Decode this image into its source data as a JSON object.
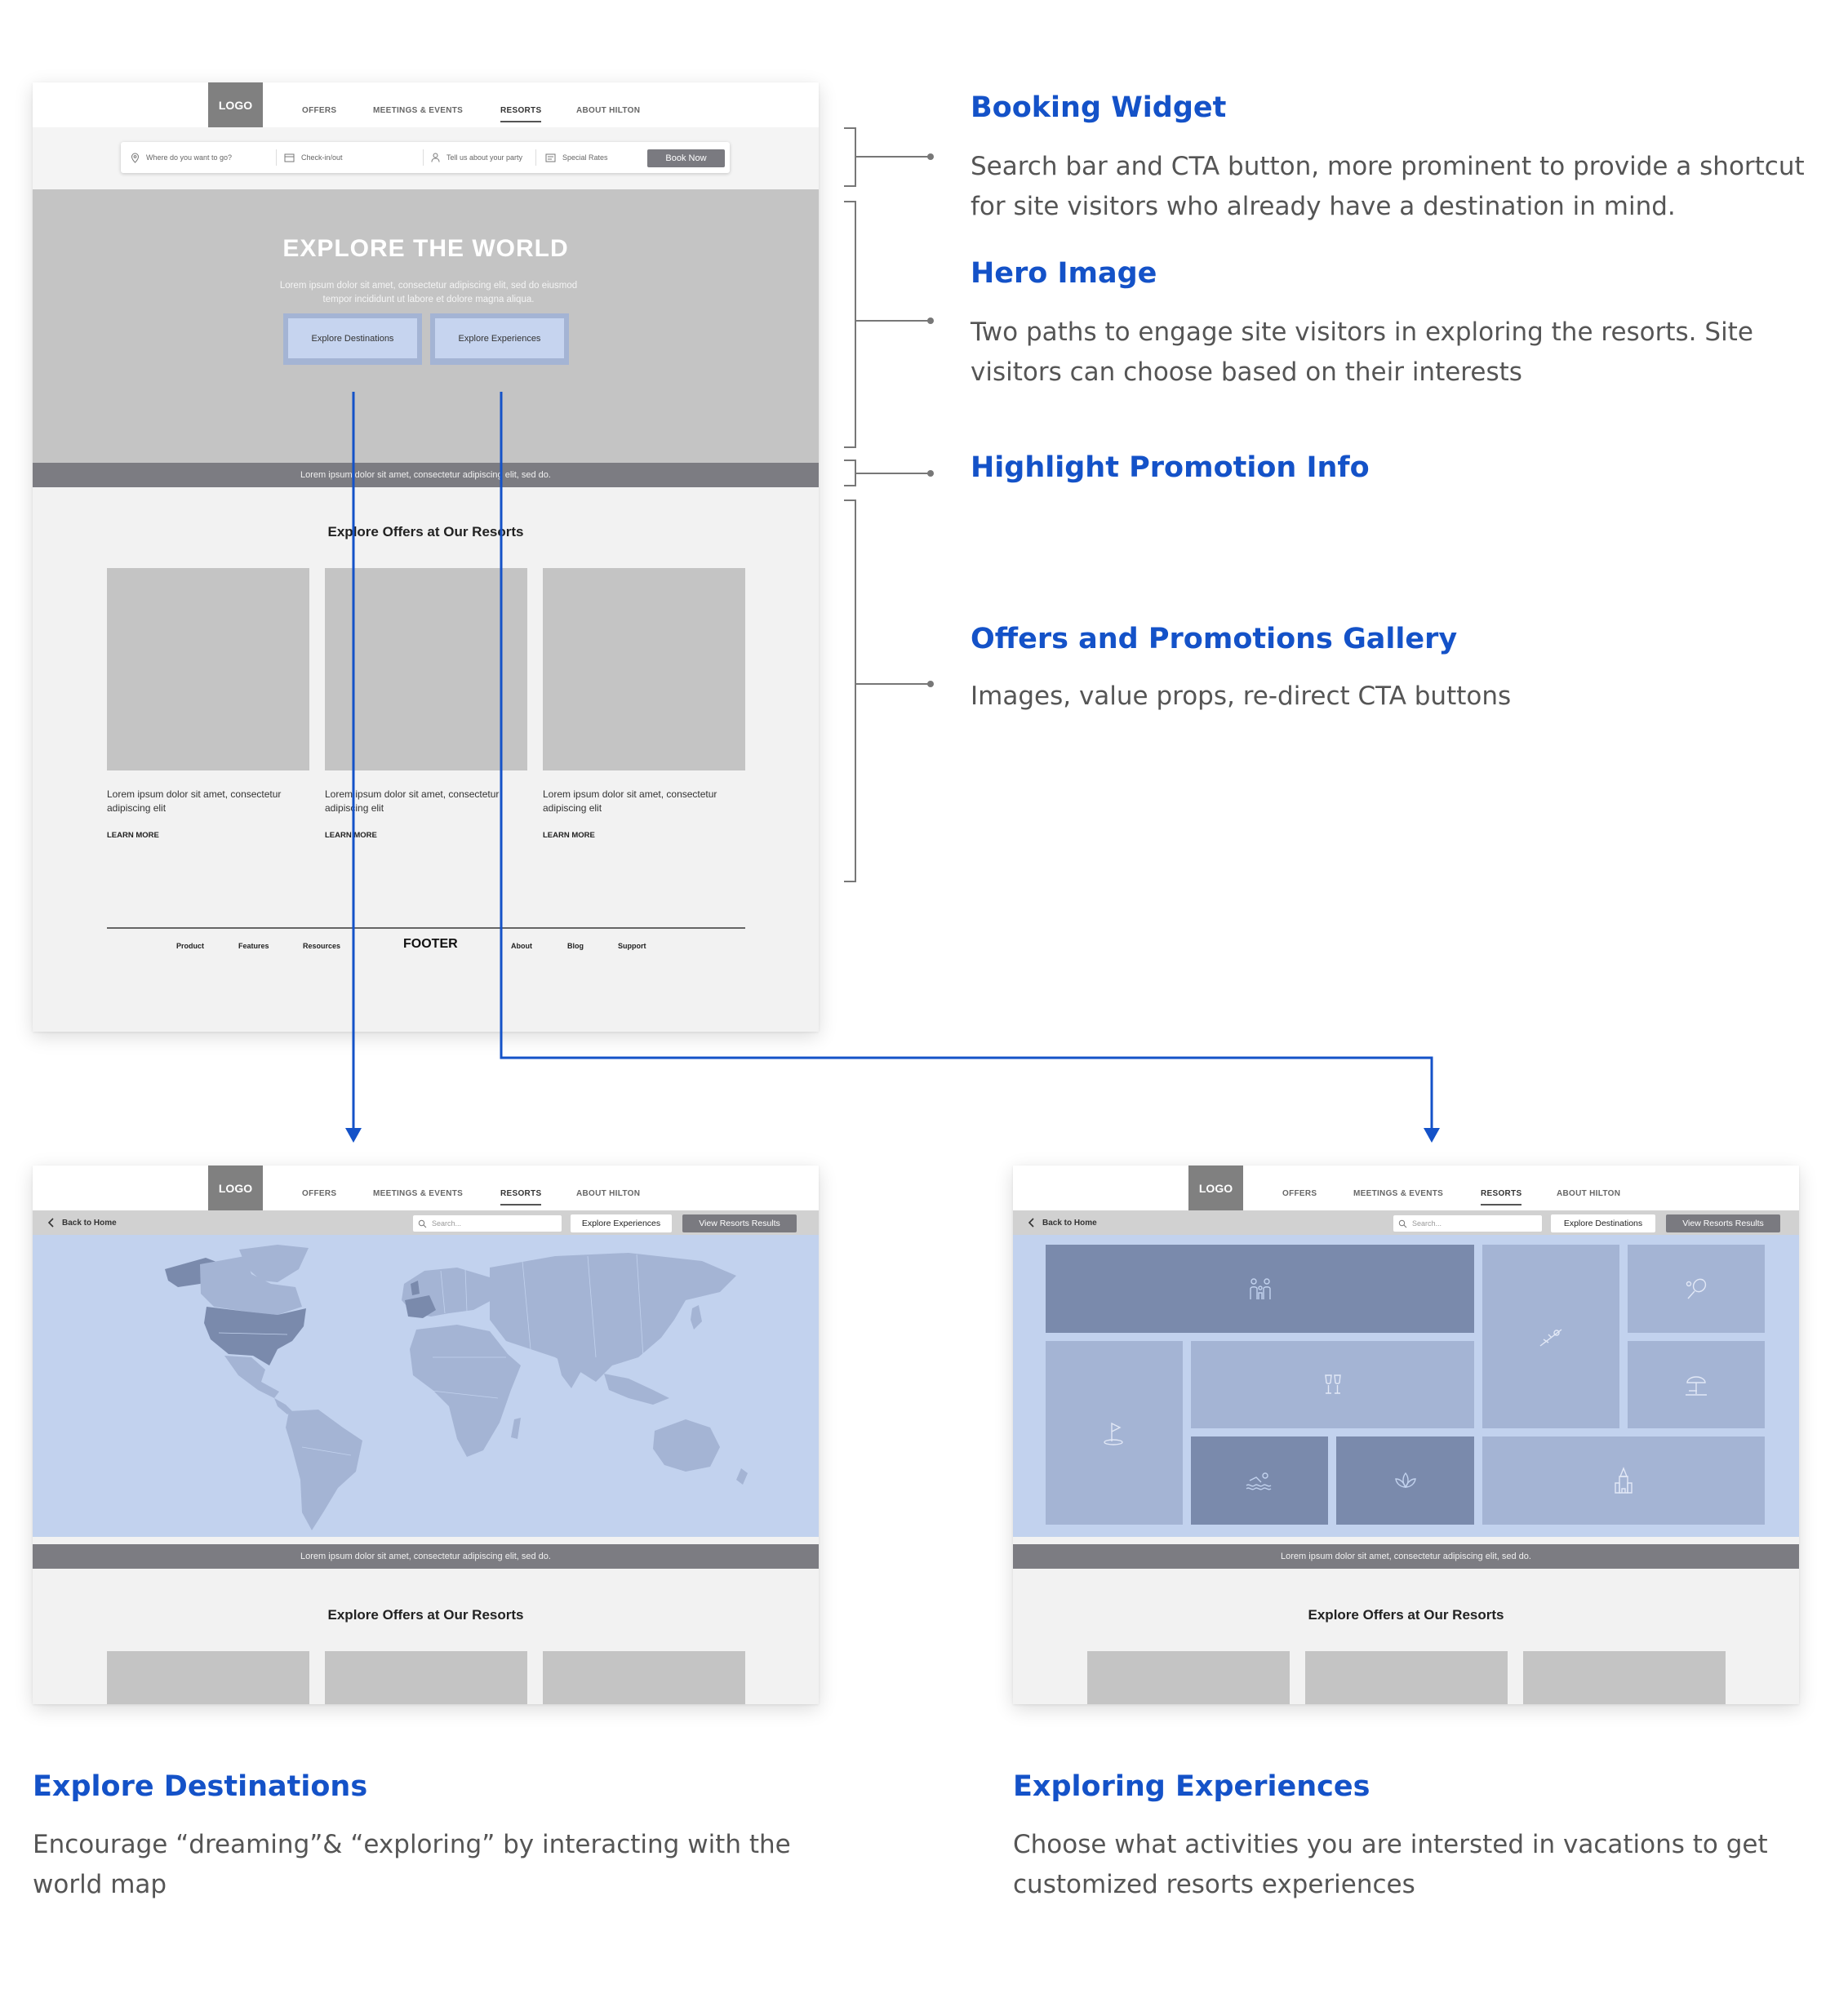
{
  "wireframe": {
    "nav": {
      "logo": "LOGO",
      "items": [
        "OFFERS",
        "MEETINGS & EVENTS",
        "RESORTS",
        "ABOUT HILTON"
      ]
    },
    "booking": {
      "destination_placeholder": "Where do you want to go?",
      "dates_placeholder": "Check-in/out",
      "party_placeholder": "Tell us about your party",
      "rates_label": "Special Rates",
      "book_button": "Book Now"
    },
    "hero": {
      "title": "EXPLORE THE WORLD",
      "text": "Lorem ipsum dolor sit amet, consectetur adipiscing elit, sed do eiusmod tempor incididunt ut labore et dolore magna aliqua.",
      "btn_destinations": "Explore Destinations",
      "btn_experiences": "Explore Experiences"
    },
    "promo_text": "Lorem ipsum dolor sit amet, consectetur adipiscing elit, sed do.",
    "offers": {
      "title": "Explore Offers at Our Resorts",
      "cards": [
        {
          "text": "Lorem ipsum dolor sit amet, consectetur adipiscing elit",
          "link": "LEARN MORE"
        },
        {
          "text": "Lorem ipsum dolor sit amet, consectetur adipiscing elit",
          "link": "LEARN MORE"
        },
        {
          "text": "Lorem ipsum dolor sit amet, consectetur adipiscing elit",
          "link": "LEARN MORE"
        }
      ]
    },
    "footer": {
      "title": "FOOTER",
      "links": [
        "Product",
        "Features",
        "Resources",
        "About",
        "Blog",
        "Support"
      ]
    },
    "subnav": {
      "back": "Back to Home",
      "search_placeholder": "Search...",
      "btn_experiences": "Explore Experiences",
      "btn_destinations": "Explore Destinations",
      "btn_view_results": "View Resorts Results"
    }
  },
  "annotations": {
    "booking_widget": {
      "title": "Booking Widget",
      "desc": "Search bar and CTA button, more prominent to provide a shortcut for site visitors who already have a destination in mind."
    },
    "hero_image": {
      "title": "Hero Image",
      "desc": "Two paths to engage site visitors in exploring the resorts. Site visitors can choose based on their interests"
    },
    "highlight_promo": {
      "title": "Highlight Promotion Info"
    },
    "offers_gallery": {
      "title": "Offers and Promotions Gallery",
      "desc": "Images, value props, re-direct CTA buttons"
    },
    "explore_destinations": {
      "title": "Explore Destinations",
      "desc": "Encourage “dreaming”& “exploring” by interacting with the world map"
    },
    "exploring_experiences": {
      "title": "Exploring Experiences",
      "desc": "Choose what activities you are intersted in vacations to get customized resorts experiences"
    }
  },
  "colors": {
    "annotation_blue": "#1452c8",
    "arrow_blue": "#1452c8",
    "placeholder_gray": "#c4c4c4",
    "map_blue": "#c2d2ee",
    "highlight_country": "#7a8aac"
  },
  "icons": [
    "location-pin-icon",
    "calendar-icon",
    "person-icon",
    "rates-icon",
    "chevron-left-icon",
    "search-icon",
    "family-icon",
    "snorkel-icon",
    "tennis-icon",
    "golf-icon",
    "wine-glasses-icon",
    "beach-umbrella-icon",
    "swimming-icon",
    "lotus-icon",
    "castle-icon"
  ]
}
